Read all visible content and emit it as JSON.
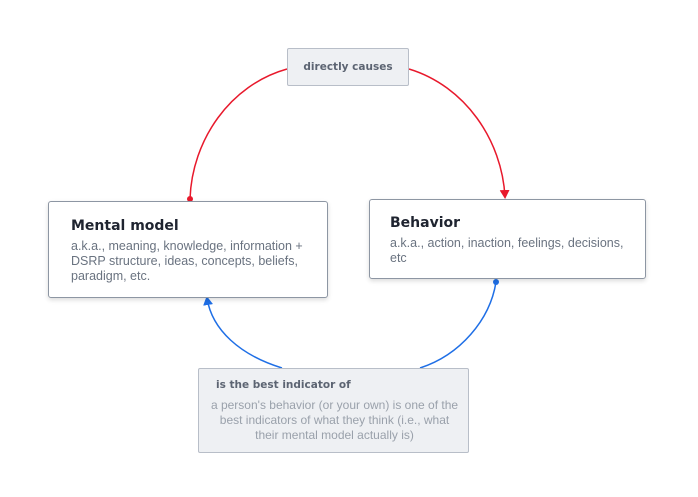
{
  "colors": {
    "cause_arrow": "#e8192c",
    "indicator_arrow": "#1f6fe6",
    "node_border": "#8d96a3",
    "label_background": "#eef0f3"
  },
  "nodes": {
    "mental_model": {
      "title": "Mental model",
      "description": "a.k.a., meaning, knowledge, information + DSRP structure, ideas, concepts, beliefs, paradigm, etc."
    },
    "behavior": {
      "title": "Behavior",
      "description": "a.k.a., action, inaction, feelings, decisions, etc"
    }
  },
  "edges": {
    "causes": {
      "label": "directly causes"
    },
    "indicator": {
      "label": "is the best indicator of",
      "description": "a person's behavior (or your own) is one of the best indicators of what they think (i.e., what their mental model actually is)"
    }
  }
}
